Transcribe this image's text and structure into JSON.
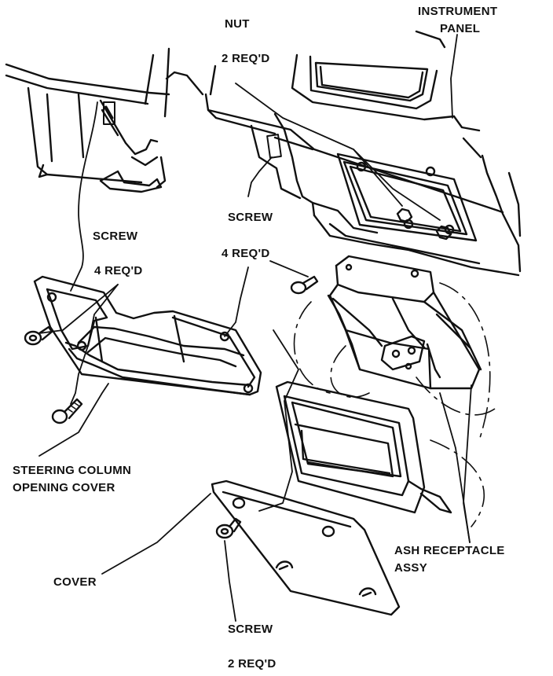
{
  "labels": {
    "nut": "NUT",
    "nut_req": "2 REQ'D",
    "instrument_panel_1": "INSTRUMENT",
    "instrument_panel_2": "PANEL",
    "screw_top": "SCREW",
    "screw_left": "SCREW",
    "screw_left_req": "4 REQ'D",
    "screw_mid_req": "4 REQ'D",
    "steering_cover_1": "STEERING COLUMN",
    "steering_cover_2": "OPENING COVER",
    "cover": "COVER",
    "ash_1": "ASH RECEPTACLE",
    "ash_2": "ASSY",
    "screw_bottom": "SCREW",
    "screw_bottom_req": "2 REQ'D"
  },
  "colors": {
    "ink": "#111111",
    "paper": "#ffffff"
  }
}
